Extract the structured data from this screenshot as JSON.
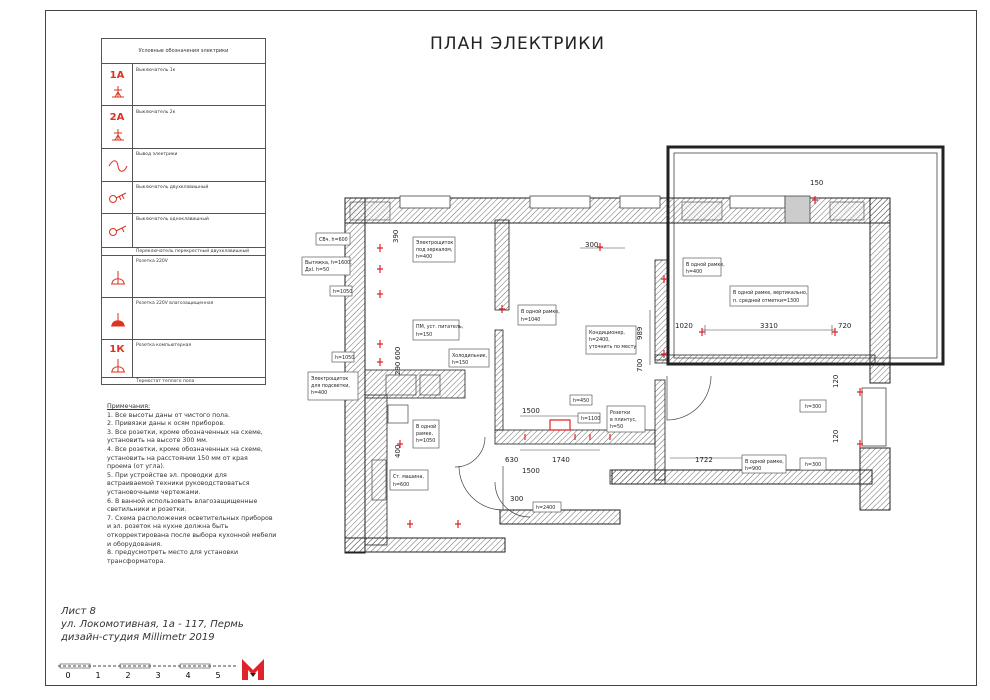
{
  "title": "ПЛАН ЭЛЕКТРИКИ",
  "legend": {
    "header": "Условные обозначения электрики",
    "items": [
      {
        "tag": "1А",
        "label": "Выключатель 1к"
      },
      {
        "tag": "2А",
        "label": "Выключатель 2к"
      },
      {
        "tag": "",
        "label": "Вывод электрики"
      },
      {
        "tag": "",
        "label": "Выключатель двухклавишный"
      },
      {
        "tag": "",
        "label": "Выключатель одноклавишный"
      },
      {
        "tag": "",
        "label": "Переключатель перекрестный двухклавишный"
      },
      {
        "tag": "",
        "label": "Розетка 220V"
      },
      {
        "tag": "",
        "label": "Розетка 220V влагозащищенная"
      },
      {
        "tag": "1К",
        "label": "Розетка компьютерная"
      },
      {
        "tag": "",
        "label": "Термостат теплого пола"
      }
    ]
  },
  "notes": {
    "title": "Примечания:",
    "lines": [
      "1. Все высоты даны от чистого пола.",
      "2. Привязки даны к осям приборов.",
      "3. Все розетки, кроме обозначенных на схеме,",
      "установить на высоте 300 мм.",
      "4. Все розетки, кроме обозначенных на схеме,",
      "установить на расстоянии 150 мм от края",
      "проема (от угла).",
      "5. При устройстве эл. проводки для",
      "встраиваемой техники руководствоваться",
      "установочными чертежами.",
      "6. В ванной использовать влагозащищенные",
      "светильники и розетки.",
      "7. Схема расположения осветительных приборов",
      "и эл. розеток на кухне должна быть",
      "откорректирована после выбора кухонной мебели",
      "и оборудования.",
      "8. предусмотреть место для установки",
      "трансформатора."
    ]
  },
  "sheet": {
    "number": "Лист 8",
    "address": "ул. Локомотивная, 1а - 117, Пермь",
    "studio": "дизайн-студия Millimetr 2019"
  },
  "scale_labels": [
    "0",
    "1",
    "2",
    "3",
    "4",
    "5"
  ],
  "plan": {
    "dimensions": [
      "150",
      "300",
      "1020",
      "3310",
      "720",
      "989",
      "700",
      "1500",
      "1740",
      "1500",
      "630",
      "300",
      "1722",
      "120",
      "120",
      "390",
      "290",
      "600",
      "400"
    ],
    "callouts": {
      "svch": "СВч. h=600",
      "vytyazhka_1": "Вытяжка, h=1600,",
      "vytyazhka_2": "Дхl. h=50",
      "h1050": "h=1050",
      "h1050b": "h=1050",
      "panel_1": "Электрощиток",
      "panel_2": "под зеркалом,",
      "panel_3": "h=400",
      "frame_a_1": "В одной рамке,",
      "frame_a_2": "h=1040",
      "frame_b_1": "В одной рамке,",
      "frame_b_2": "h=400",
      "frame_c_1": "В одной рамке, вертикально,",
      "frame_c_2": "п. средней отметки=1300",
      "pm_1": "ПМ, уст. питатель,",
      "pm_2": "h=150",
      "kondic_1": "Кондиционер,",
      "kondic_2": "h=2400,",
      "kondic_3": "уточнить по месту",
      "holod_1": "Холодильник,",
      "holod_2": "h=150",
      "el_pod_1": "Электрощиток",
      "el_pod_2": "для подсветки,",
      "el_pod_3": "h=400",
      "frame_d_1": "В одной",
      "frame_d_2": "рамке,",
      "frame_d_3": "h=1050",
      "stir_1": "Ст. машина,",
      "stir_2": "h=600",
      "h450": "h=450",
      "h1100": "h=1100",
      "plintus_1": "Розетки",
      "plintus_2": "в плинтус,",
      "plintus_3": "h=50",
      "h300a": "h=300",
      "frame_e_1": "В одной рамке,",
      "frame_e_2": "h=900",
      "h300b": "h=300",
      "h2400": "h=2400"
    }
  },
  "colors": {
    "accent": "#e0232a",
    "wall": "#333333",
    "line": "#444444"
  }
}
